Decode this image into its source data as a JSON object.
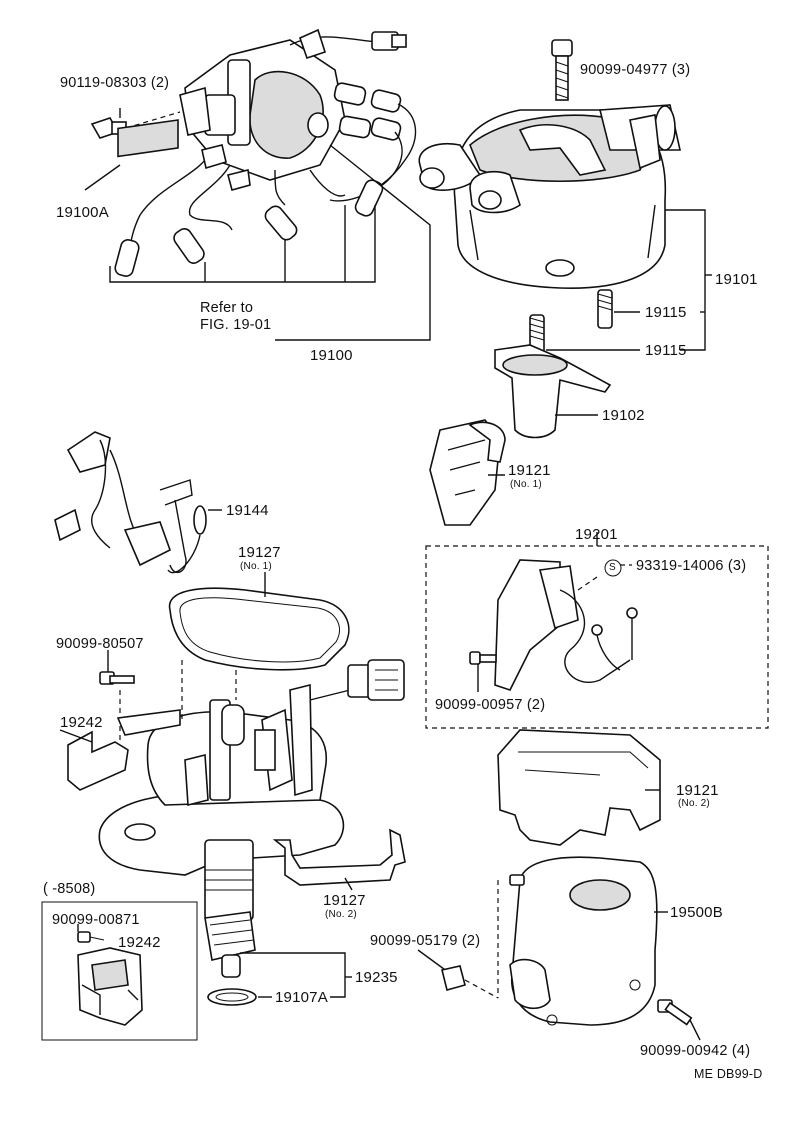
{
  "labels": {
    "p90119_08303": "90119-08303 (2)",
    "p19100A": "19100A",
    "refer_to": "Refer to",
    "fig_ref": "FIG. 19-01",
    "p19100": "19100",
    "p90099_04977": "90099-04977 (3)",
    "p19101": "19101",
    "p19115_a": "19115",
    "p19115_b": "19115",
    "p19102": "19102",
    "p19121_no1": "19121",
    "no1_a": "(No. 1)",
    "p19144": "19144",
    "p19127_no1": "19127",
    "no1_b": "(No. 1)",
    "p19201": "19201",
    "s_mark": "S",
    "p93319_14006": "93319-14006 (3)",
    "p90099_80507": "90099-80507",
    "p90099_00957": "90099-00957 (2)",
    "p19242_a": "19242",
    "p19121_no2": "19121",
    "no2_a": "(No. 2)",
    "range_8508": "(      -8508)",
    "p90099_00871": "90099-00871",
    "p19242_b": "19242",
    "p19127_no2": "19127",
    "no2_b": "(No. 2)",
    "p90099_05179": "90099-05179 (2)",
    "p19500B": "19500B",
    "p19235": "19235",
    "p19107A": "19107A",
    "p90099_00942": "90099-00942 (4)",
    "diagram_code": "ME DB99-D"
  }
}
